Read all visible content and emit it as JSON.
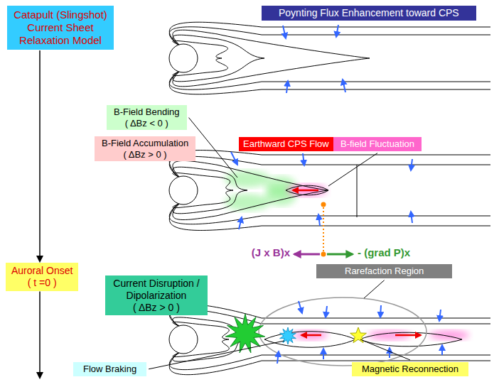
{
  "diagram": {
    "nodes": [
      {
        "text": [
          "Catapult (Slingshot) Current Sheet Relaxation Model"
        ]
      },
      {
        "text": [
          "Poynting Flux Enhancement toward CPS"
        ]
      },
      {
        "text": [
          "B-Field Bending",
          "( ΔBz < 0 )"
        ]
      },
      {
        "text": [
          "B-Field Accumulation",
          "( ΔBz > 0 )"
        ]
      },
      {
        "text": [
          "Earthward CPS Flow"
        ]
      },
      {
        "text": [
          "B-field Fluctuation"
        ]
      },
      {
        "text": [
          "Auroral Onset",
          "( t =0 )"
        ]
      },
      {
        "text": [
          "Current Disruption / Dipolarization",
          "( ΔBz > 0 )"
        ]
      },
      {
        "text": [
          "Rarefaction Region"
        ]
      },
      {
        "text": [
          "Flow Braking"
        ]
      },
      {
        "text": [
          "Magnetic Reconnection"
        ]
      }
    ],
    "edges": [
      {
        "from": 0,
        "to": 6,
        "arrow": "to"
      }
    ],
    "labels": [
      "(J x B)x",
      "- (grad P)x"
    ]
  }
}
